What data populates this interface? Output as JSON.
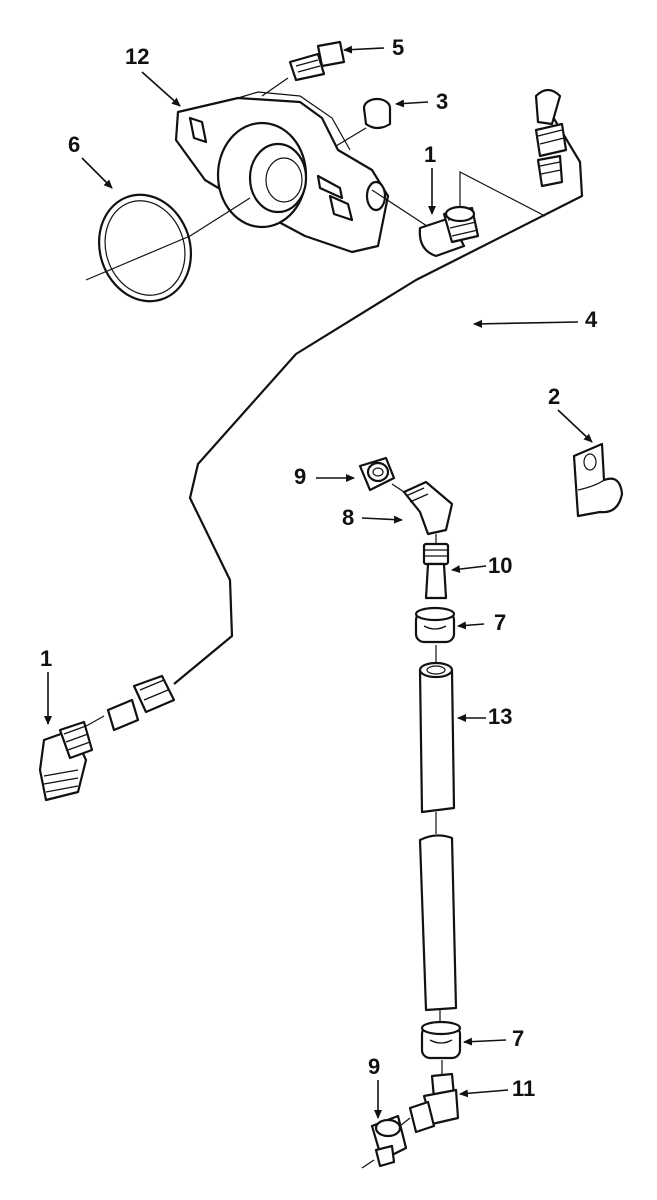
{
  "callouts": {
    "c1_top": "1",
    "c1_left": "1",
    "c2": "2",
    "c3": "3",
    "c4": "4",
    "c5": "5",
    "c6": "6",
    "c7_upper": "7",
    "c7_lower": "7",
    "c8": "8",
    "c9_upper": "9",
    "c9_lower": "9",
    "c10": "10",
    "c11": "11",
    "c12": "12",
    "c13": "13"
  },
  "colors": {
    "ink": "#111111",
    "paper": "#ffffff"
  }
}
